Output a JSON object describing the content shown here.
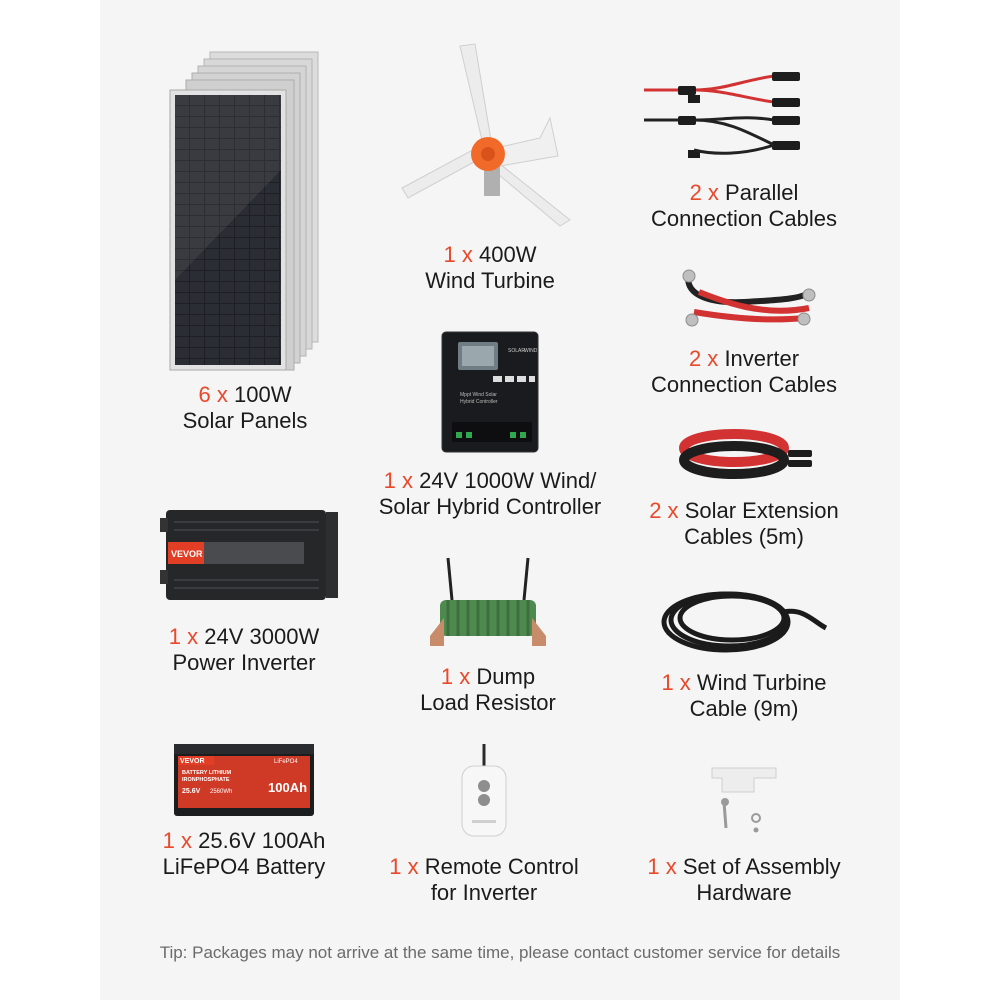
{
  "colors": {
    "accent": "#e8492b",
    "text": "#1b1b1b",
    "tip": "#6b6b6b",
    "panel_bg": "#f5f5f5"
  },
  "items": [
    {
      "qty": "6 x",
      "line1": "100W",
      "line2": "Solar Panels",
      "icon": "solar-panel-icon"
    },
    {
      "qty": "1 x",
      "line1": "400W",
      "line2": "Wind Turbine",
      "icon": "wind-turbine-icon"
    },
    {
      "qty": "2 x",
      "line1": "Parallel",
      "line2": "Connection Cables",
      "icon": "y-connector-cable-icon"
    },
    {
      "qty": "2 x",
      "line1": "Inverter",
      "line2": "Connection Cables",
      "icon": "battery-cable-icon"
    },
    {
      "qty": "1 x",
      "line1": "24V 1000W Wind/",
      "line2": "Solar Hybrid Controller",
      "icon": "hybrid-controller-icon",
      "screen_text": [
        "SOLAR",
        "WIND",
        "Mppt Wind Solar",
        "Hybrid Controller"
      ]
    },
    {
      "qty": "2 x",
      "line1": "Solar Extension",
      "line2": "Cables (5m)",
      "icon": "extension-cable-coil-icon"
    },
    {
      "qty": "1 x",
      "line1": "24V 3000W",
      "line2": "Power Inverter",
      "icon": "power-inverter-icon",
      "brand": "VEVOR"
    },
    {
      "qty": "1 x",
      "line1": "Dump",
      "line2": "Load Resistor",
      "icon": "dump-load-resistor-icon"
    },
    {
      "qty": "1 x",
      "line1": "Wind Turbine",
      "line2": "Cable (9m)",
      "icon": "turbine-cable-coil-icon"
    },
    {
      "qty": "1 x",
      "line1": "25.6V 100Ah",
      "line2": "LiFePO4 Battery",
      "icon": "lifepo4-battery-icon",
      "battery_text": {
        "brand": "VEVOR",
        "chem": "LiFePO4",
        "desc1": "BATTERY LITHIUM",
        "desc2": "IRONPHOSPHATE",
        "voltage": "25.6V",
        "energy": "2560Wh",
        "capacity": "100Ah"
      }
    },
    {
      "qty": "1 x",
      "line1": "Remote Control",
      "line2": "for Inverter",
      "icon": "remote-control-icon"
    },
    {
      "qty": "1 x",
      "line1": "Set of Assembly",
      "line2": "Hardware",
      "icon": "assembly-hardware-icon"
    }
  ],
  "tip": "Tip: Packages may not arrive at the same time, please contact customer service for details"
}
